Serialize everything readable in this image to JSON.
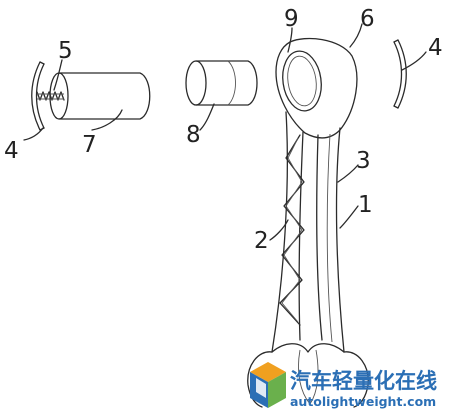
{
  "labels": {
    "l1": "1",
    "l2": "2",
    "l3": "3",
    "l4a": "4",
    "l4b": "4",
    "l5": "5",
    "l6": "6",
    "l7": "7",
    "l8": "8",
    "l9": "9"
  },
  "watermark": {
    "chinese": "汽车轻量化在线",
    "domain": "autolightweight.com",
    "colors": {
      "blue": "#2b6fb5",
      "orange": "#f0a020",
      "green": "#6ab04c"
    }
  }
}
